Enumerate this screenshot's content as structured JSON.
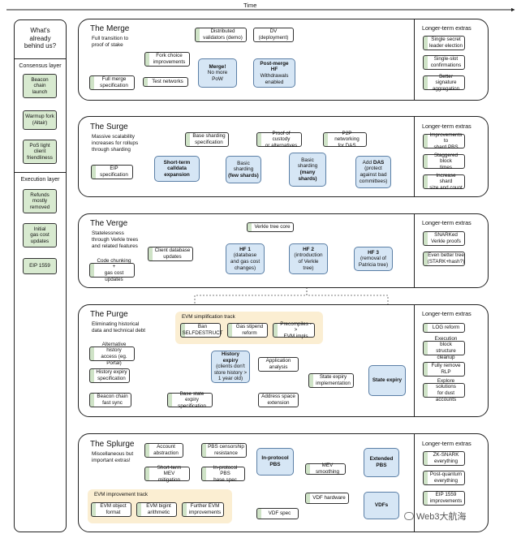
{
  "time_label": "Time",
  "sidebar": {
    "question": "What's\nalready\nbehind us?",
    "consensus_header": "Consensus layer",
    "consensus_items": [
      "Beacon\nchain\nlaunch",
      "Warmup fork\n(Altair)",
      "PoS light\nclient\nfriendliness"
    ],
    "execution_header": "Execution layer",
    "execution_items": [
      "Refunds\nmostly\nremoved",
      "Initial\ngas cost\nupdates",
      "EIP 1559"
    ]
  },
  "merge": {
    "title": "The Merge",
    "desc": "Full transition to\nproof of stake",
    "n_dist": "Distributed\nvalidators (demo)",
    "n_dv": "DV\n(deployment)",
    "n_fork": "Fork choice\nimprovements",
    "n_spec": "Full merge\nspecification",
    "n_test": "Test networks",
    "n_merge_title": "Merge!",
    "n_merge_sub": "No more\nPoW",
    "n_post_title": "Post-merge\nHF",
    "n_post_sub": "Withdrawals\nenabled",
    "ext_title": "Longer-term extras",
    "ext": [
      "Single secret\nleader election",
      "Single-slot\nconfirmations",
      "Better signature\naggregation"
    ]
  },
  "surge": {
    "title": "The Surge",
    "desc": "Massive scalability\nincreases for rollups\nthrough sharding",
    "n_eip": "EIP\nspecification",
    "n_short": "Short-term\ncalldata\nexpansion",
    "n_basespec": "Base sharding\nspecification",
    "n_basic_few": "Basic\nsharding",
    "n_basic_few_bold": "(few shards)",
    "n_proof": "Proof of custody\nor alternatives",
    "n_basic_many": "Basic\nsharding",
    "n_basic_many_bold": "(many\nshards)",
    "n_p2p": "P2P networking\nfor DAS",
    "n_das_pre": "Add",
    "n_das_bold": "DAS",
    "n_das_post": "(protect\nagainst bad\ncommittees)",
    "ext_title": "Longer-term extras",
    "ext": [
      "Improvements to\nshard PBS",
      "Staggered block\ntimes",
      "Increase shard\nsize and count"
    ]
  },
  "verge": {
    "title": "The Verge",
    "desc": "Statelessness\nthrough Verkle trees\nand related features",
    "n_core": "Verkle tree core",
    "n_client": "Client database\nupdates",
    "n_chunk": "Code chunking +\ngas cost updates",
    "n_hf1_title": "HF 1",
    "n_hf1_sub": "(database\nand gas cost\nchanges)",
    "n_hf2_title": "HF 2",
    "n_hf2_sub": "(introduction\nof Verkle\ntree)",
    "n_hf3_title": "HF 3",
    "n_hf3_sub": "(removal of\nPatricia tree)",
    "ext_title": "Longer-term extras",
    "ext": [
      "SNARKed\nVerkle proofs",
      "Even better tree\n(STARK+hash?)"
    ]
  },
  "purge": {
    "title": "The Purge",
    "desc": "Eliminating historical\ndata and technical debt",
    "track": "EVM simplification track",
    "n_ban": "Ban\nSELFDESTRUCT",
    "n_gas": "Gas stipend\nreform",
    "n_pre": "Precompiles ->\nEVM impls",
    "n_alt": "Alternative history\naccess (eg. Portal)",
    "n_hist_spec": "History expiry\nspecification",
    "n_beacon": "Beacon chain\nfast sync",
    "n_hist_title": "History\nexpiry",
    "n_hist_sub": "(clients don't\nstore history >\n1 year old)",
    "n_app": "Application\nanalysis",
    "n_state_impl": "State expiry\nimplementation",
    "n_state": "State expiry",
    "n_base_state": "Base state expiry\nspecification",
    "n_addr": "Address space\nextension",
    "ext_title": "Longer-term extras",
    "ext": [
      "LOG reform",
      "Execution block\nstructure cleanup",
      "Fully remove\nRLP",
      "Explore solutions\nfor dust accounts"
    ]
  },
  "splurge": {
    "title": "The Splurge",
    "desc": "Miscellaneous but\nimportant extras!",
    "n_acct": "Account\nabstraction",
    "n_pbs_cens": "PBS censorship\nresistance",
    "n_mev": "Short-term MEV\nmitigation",
    "n_pbs_base": "In-protocol PBS\nbase spec",
    "n_inpbs": "In-protocol\nPBS",
    "n_mev_smooth": "MEV smoothing",
    "n_ext_pbs": "Extended\nPBS",
    "track": "EVM improvement track",
    "n_obj": "EVM object\nformat",
    "n_bigint": "EVM bigint\narithmetic",
    "n_further": "Further EVM\nimprovements",
    "n_vdf_hw": "VDF hardware",
    "n_vdf_spec": "VDF spec",
    "n_vdfs": "VDFs",
    "ext_title": "Longer-term extras",
    "ext": [
      "ZK-SNARK\neverything",
      "Post-quantum\neverything",
      "EIP 1559\nimprovements"
    ]
  },
  "watermark": "Web3大航海",
  "colors": {
    "green": "#d8ead0",
    "blue": "#d6e6f5",
    "track": "#fbeed2"
  }
}
